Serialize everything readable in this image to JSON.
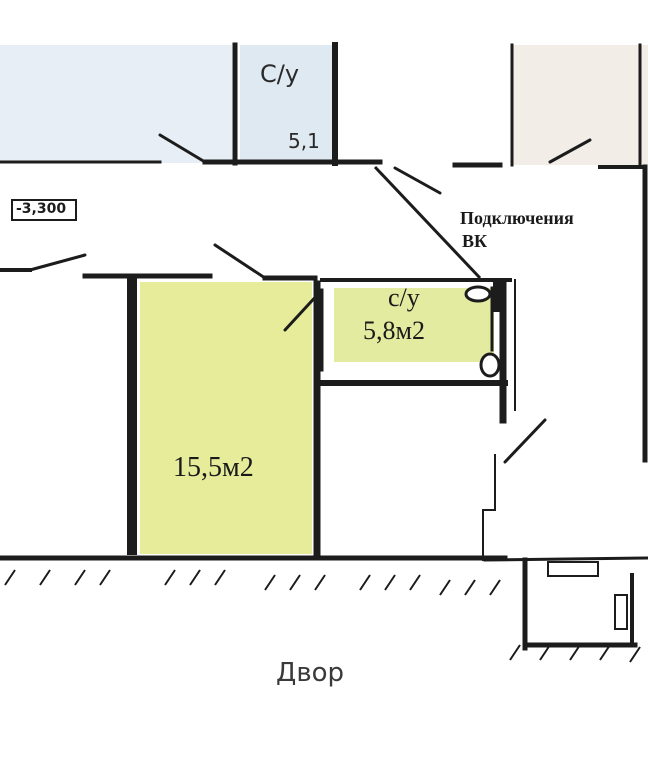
{
  "plan": {
    "elevation_mark": "-3,300",
    "toilet_top_label": "С/у",
    "toilet_top_area": "5,1",
    "connection_note_line1": "Подключения",
    "connection_note_line2": "ВК",
    "bathroom_label": "с/у",
    "bathroom_area": "5,8м2",
    "room_area": "15,5м2",
    "yard_label": "Двор"
  },
  "colors": {
    "room_highlight": "#e6ec9a",
    "bathroom_highlight": "#e3eba0",
    "top_left_zone": "#e8eef5",
    "toilet_top_fill": "#dfe9f1",
    "top_right_fill": "#f3ede7",
    "wall": "#1c1c1c"
  }
}
